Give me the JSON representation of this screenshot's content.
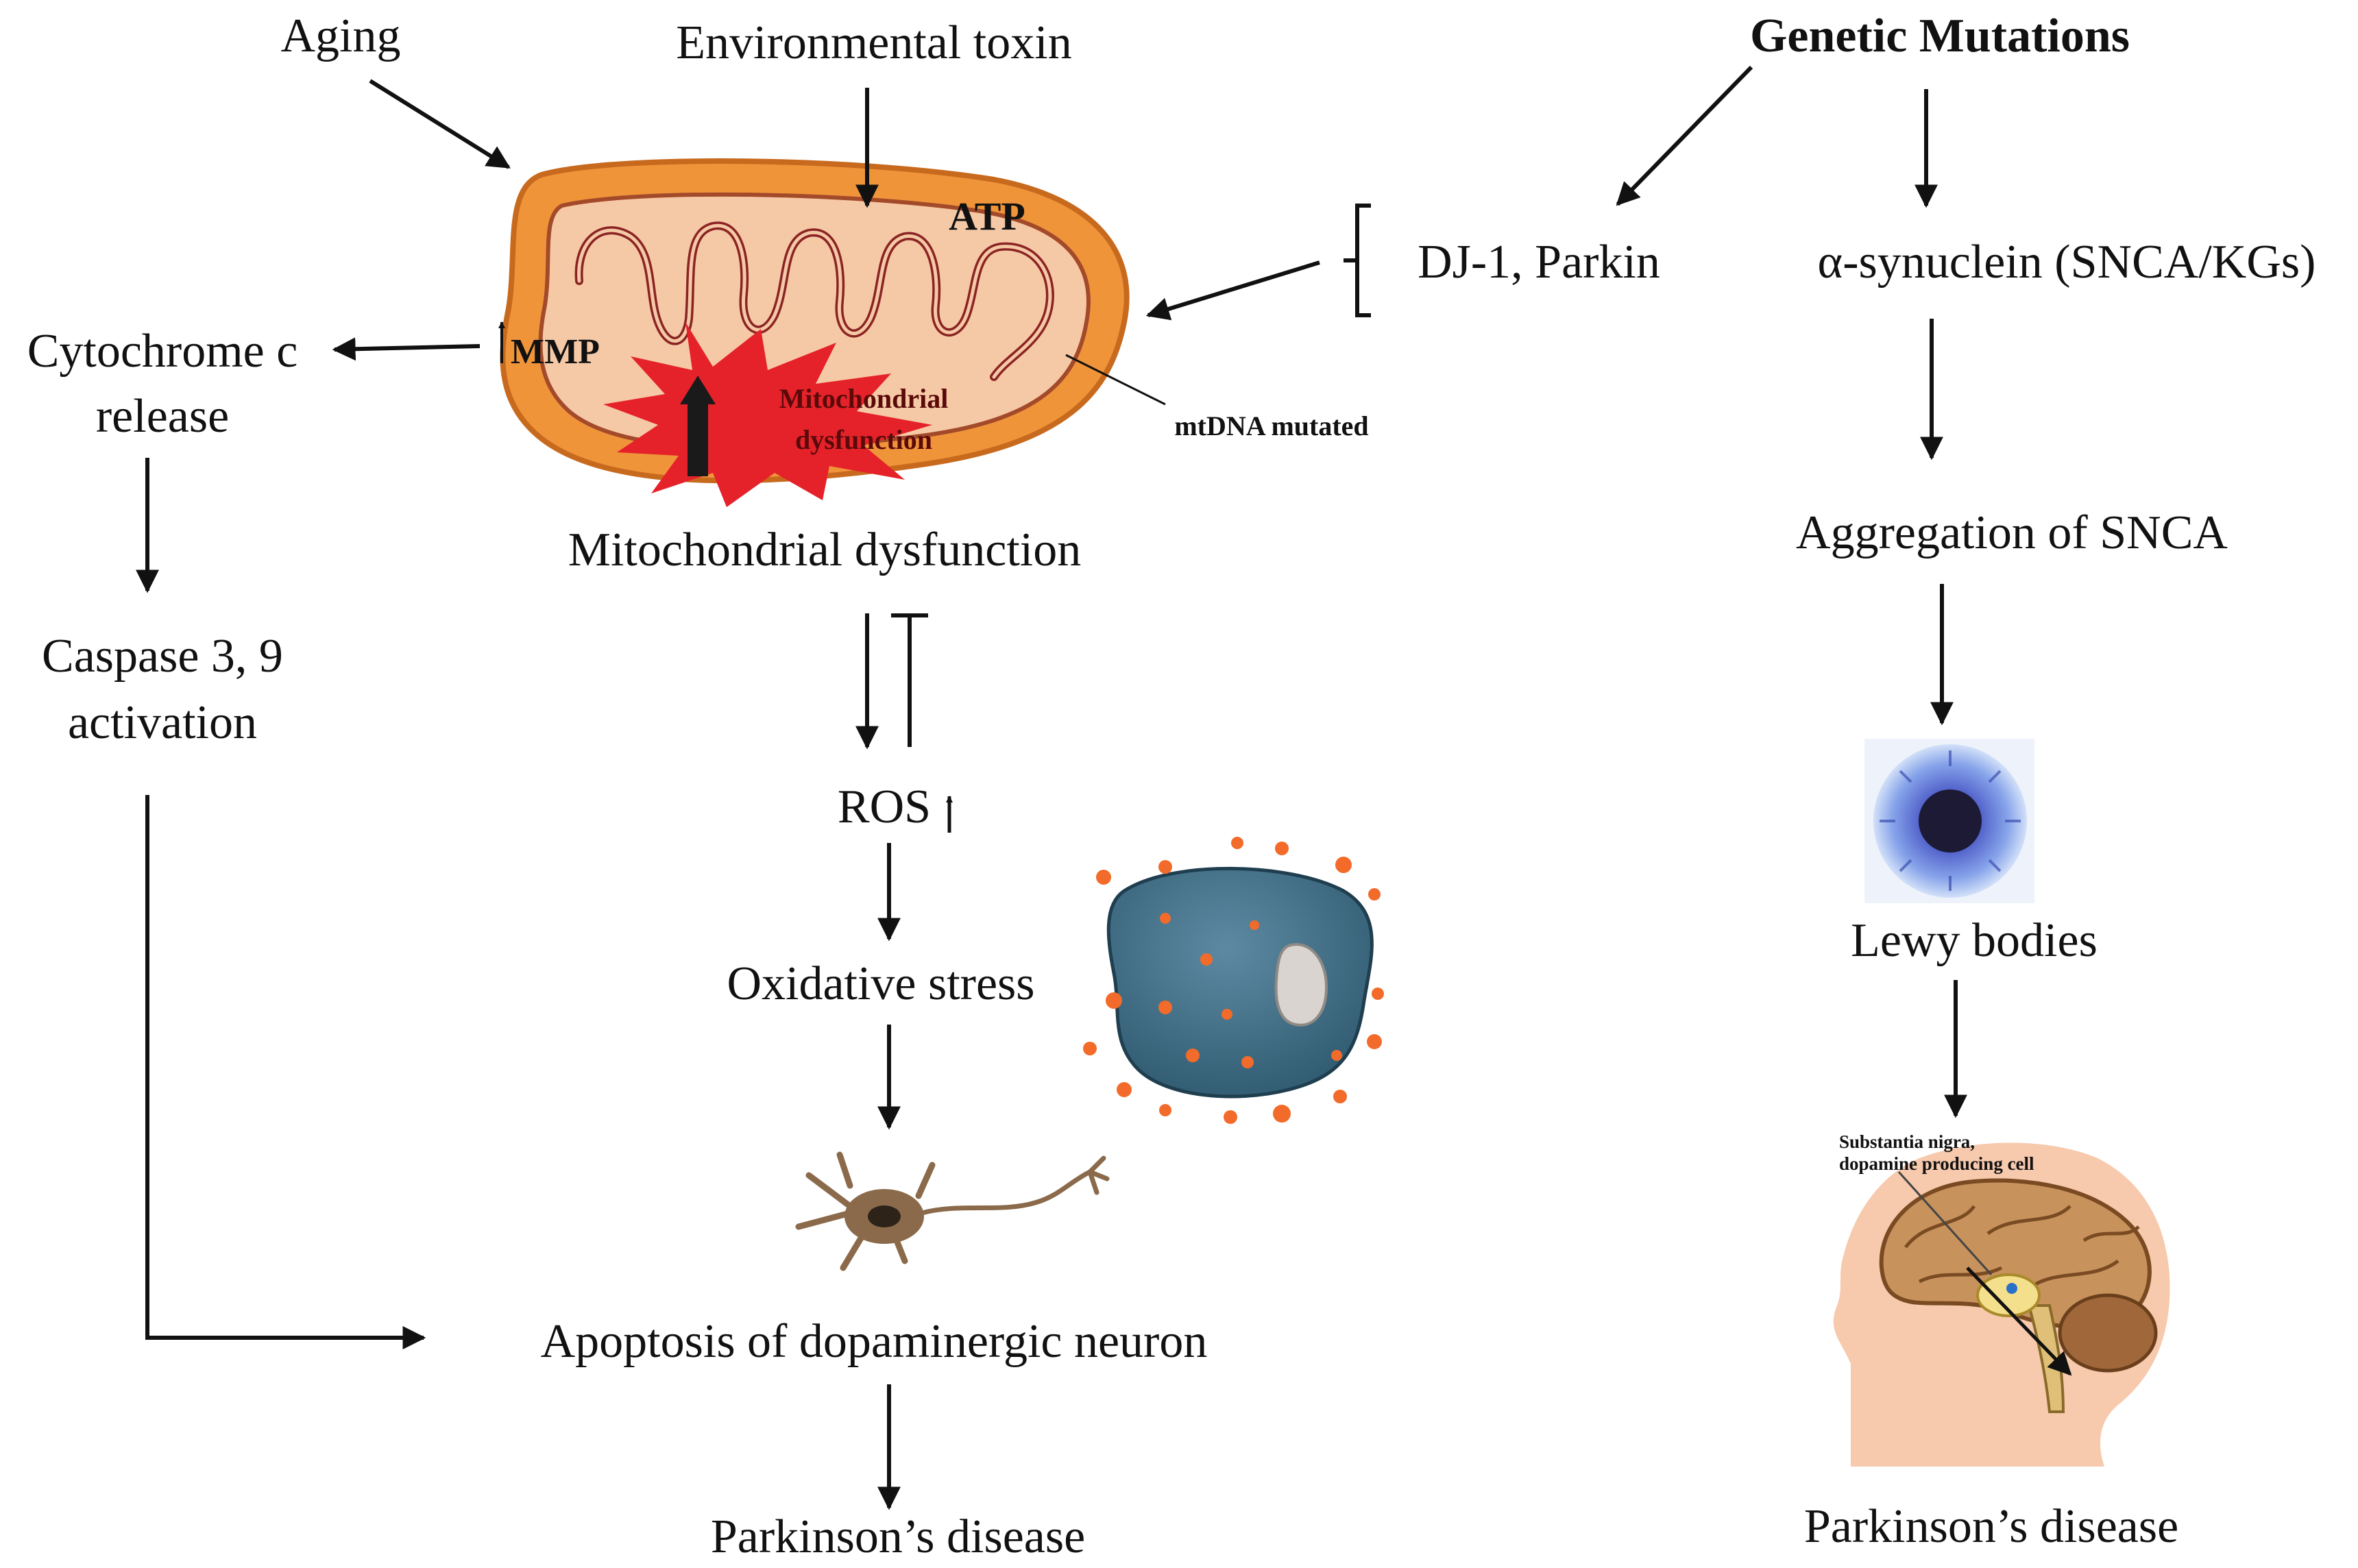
{
  "labels": {
    "aging": "Aging",
    "environmental_toxin": "Environmental toxin",
    "genetic_mutations": "Genetic Mutations",
    "atp": "ATP",
    "mmp": "MMP",
    "mito_burst": "Mitochondrial dysfunction",
    "mtdna": "mtDNA mutated",
    "cytochrome_line1": "Cytochrome c",
    "cytochrome_line2": "release",
    "mito_dysfunction": "Mitochondrial dysfunction",
    "dj1_parkin": "DJ-1, Parkin",
    "synuclein": "α-synuclein (SNCA/KGs)",
    "caspase_line1": "Caspase 3, 9",
    "caspase_line2": "activation",
    "ros": "ROS",
    "oxidative_stress": "Oxidative stress",
    "aggregation": "Aggregation of SNCA",
    "lewy_bodies": "Lewy bodies",
    "substantia_line1": "Substantia nigra,",
    "substantia_line2": "dopamine producing cell",
    "apoptosis": "Apoptosis of dopaminergic neuron",
    "parkinsons_left": "Parkinson’s disease",
    "parkinsons_right": "Parkinson’s disease"
  },
  "colors": {
    "mito_outer": "#f0943a",
    "mito_inner": "#f6c9a6",
    "cristae": "#8a2424",
    "burst": "#e5222a",
    "cell_body": "#3f6e86",
    "cell_specks": "#f26b2a",
    "lewy_blue": "#7d9be8",
    "neuron": "#8a6a4a",
    "brain_skin": "#f7c9ad"
  }
}
